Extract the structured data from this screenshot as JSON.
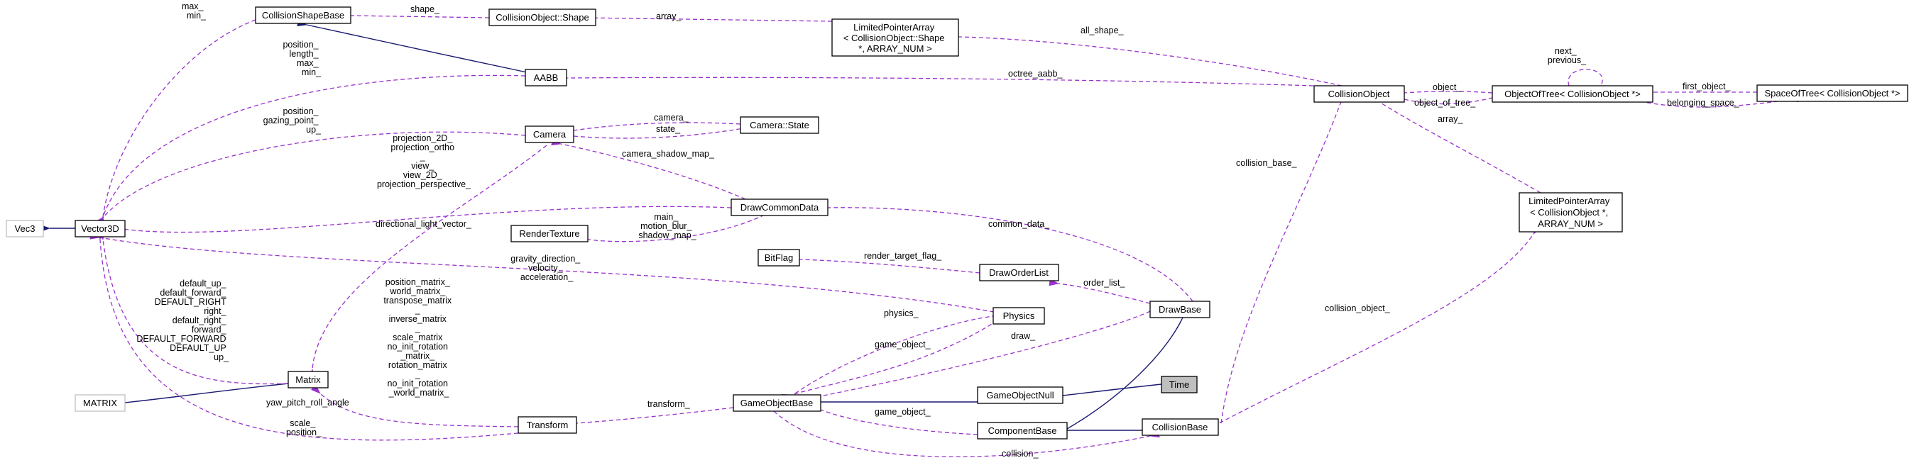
{
  "nodes": {
    "vec3": "Vec3",
    "vector3d": "Vector3D",
    "matrix_ext": "MATRIX",
    "matrix": "Matrix",
    "collision_shape_base": "CollisionShapeBase",
    "collision_object_shape": "CollisionObject::Shape",
    "lpa_shape": [
      "LimitedPointerArray",
      "< CollisionObject::Shape",
      "*, ARRAY_NUM >"
    ],
    "aabb": "AABB",
    "camera": "Camera",
    "camera_state": "Camera::State",
    "draw_common_data": "DrawCommonData",
    "render_texture": "RenderTexture",
    "bitflag": "BitFlag",
    "draw_order_list": "DrawOrderList",
    "draw_base": "DrawBase",
    "physics": "Physics",
    "transform": "Transform",
    "game_object_base": "GameObjectBase",
    "game_object_null": "GameObjectNull",
    "component_base": "ComponentBase",
    "time": "Time",
    "collision_base": "CollisionBase",
    "collision_object": "CollisionObject",
    "object_of_tree": "ObjectOfTree< CollisionObject *>",
    "space_of_tree": "SpaceOfTree< CollisionObject *>",
    "lpa_collision": [
      "LimitedPointerArray",
      "< CollisionObject *,",
      "ARRAY_NUM >"
    ]
  },
  "labels": {
    "max_min": [
      "max_",
      "min_"
    ],
    "shape": "shape_",
    "array_shape": "array_",
    "all_shape": "all_shape_",
    "aabb_to_vec": [
      "position_",
      "length_",
      "max_",
      "min_"
    ],
    "octree_aabb": "octree_aabb_",
    "camera_to_vec": [
      "position_",
      "gazing_point_",
      "up_"
    ],
    "camera_matrices": [
      "projection_2D_",
      "projection_ortho",
      "_",
      "view_",
      "view_2D_",
      "projection_perspective_"
    ],
    "camera_": "camera_",
    "state_": "state_",
    "camera_shadow_map": "camera_shadow_map_",
    "directional_light": "directional_light_vector_",
    "render_textures": [
      "main_",
      "motion_blur_",
      "shadow_map_"
    ],
    "common_data": "common_data_",
    "render_target_flag": "render_target_flag_",
    "order_list": "order_list_",
    "physics_to_vec": [
      "gravity_direction_",
      "velocity_",
      "acceleration_"
    ],
    "matrix_to_vec": [
      "default_up_",
      "default_forward_",
      "DEFAULT_RIGHT",
      "right_",
      "default_right_",
      "forward_",
      "DEFAULT_FORWARD",
      "DEFAULT_UP",
      "up_"
    ],
    "transform_to_matrix": [
      "position_matrix_",
      "world_matrix_",
      "transpose_matrix",
      "_",
      "inverse_matrix",
      "_",
      "scale_matrix",
      "",
      "no_init_rotation",
      "_matrix_",
      "rotation_matrix",
      "_",
      "no_init_rotation",
      "_world_matrix_"
    ],
    "yaw_pitch_roll": "yaw_pitch_roll_angle",
    "scale_position": [
      "scale_",
      "position_"
    ],
    "physics": "physics_",
    "game_object": "game_object_",
    "draw": "draw_",
    "transform": "transform_",
    "game_object_cb": "game_object_",
    "collision": "collision_",
    "collision_base": "collision_base_",
    "object": "object_",
    "object_of_tree": "object_of_tree_",
    "next_previous": [
      "next_",
      "previous_"
    ],
    "first_object": "first_object_",
    "belonging_space": "belonging_space_",
    "array_coll": "array_",
    "collision_object": "collision_object_"
  }
}
